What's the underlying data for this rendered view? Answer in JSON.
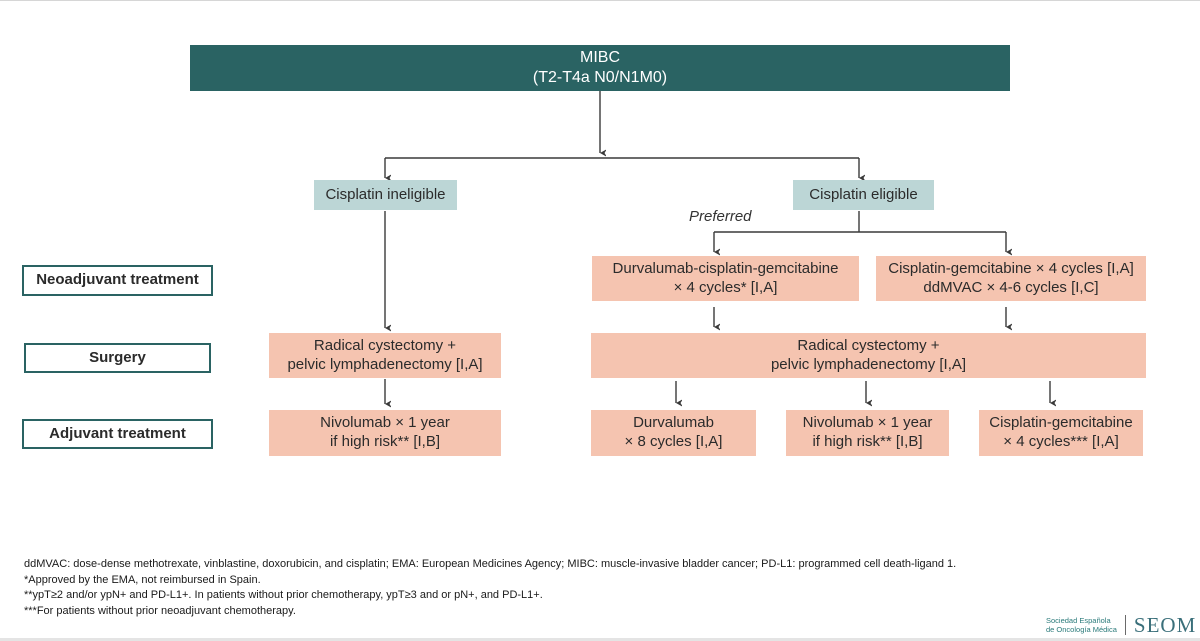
{
  "root": {
    "line1": "MIBC",
    "line2": "(T2-T4a N0/N1M0)"
  },
  "branches": {
    "ineligible": "Cisplatin ineligible",
    "eligible": "Cisplatin eligible"
  },
  "preferred": "Preferred",
  "row_labels": {
    "neoadjuvant": "Neoadjuvant treatment",
    "surgery": "Surgery",
    "adjuvant": "Adjuvant treatment"
  },
  "boxes": {
    "neo_durva": {
      "line1": "Durvalumab-cisplatin-gemcitabine",
      "line2": "× 4 cycles* [I,A]"
    },
    "neo_cisgem": {
      "line1": "Cisplatin-gemcitabine × 4 cycles [I,A]",
      "line2": "ddMVAC × 4-6 cycles [I,C]"
    },
    "surgery_left": {
      "line1": "Radical cystectomy +",
      "line2": "pelvic lymphadenectomy [I,A]"
    },
    "surgery_right": {
      "line1": "Radical cystectomy +",
      "line2": "pelvic lymphadenectomy [I,A]"
    },
    "adj_left_nivo": {
      "line1": "Nivolumab × 1 year",
      "line2": "if high risk** [I,B]"
    },
    "adj_durva": {
      "line1": "Durvalumab",
      "line2": "× 8 cycles [I,A]"
    },
    "adj_right_nivo": {
      "line1": "Nivolumab × 1 year",
      "line2": "if high risk** [I,B]"
    },
    "adj_cisgem": {
      "line1": "Cisplatin-gemcitabine",
      "line2": "× 4 cycles*** [I,A]"
    }
  },
  "footnotes": [
    "ddMVAC: dose-dense methotrexate, vinblastine, doxorubicin, and cisplatin; EMA: European Medicines Agency; MIBC: muscle-invasive bladder cancer; PD-L1: programmed cell death-ligand 1.",
    "*Approved by the EMA, not reimbursed in Spain.",
    "**ypT≥2 and/or ypN+ and PD-L1+. In patients without prior chemotherapy, ypT≥3 and or pN+, and PD-L1+.",
    "***For patients without prior neoadjuvant chemotherapy."
  ],
  "logo": {
    "line1": "Sociedad Española",
    "line2": "de Oncología Médica",
    "main": "SEOM"
  },
  "colors": {
    "root": "#2a6363",
    "branch": "#bcd6d6",
    "treatment": "#f5c4b0",
    "connector": "#3a3a3a"
  }
}
